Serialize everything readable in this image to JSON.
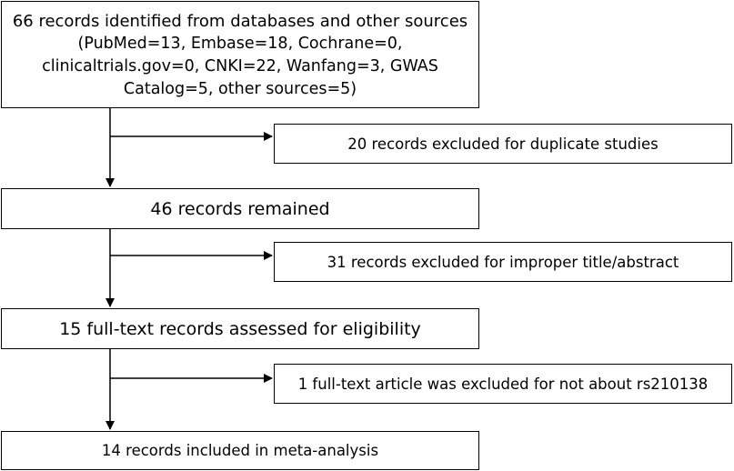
{
  "identification": {
    "line1": "66 records identified from databases and other sources",
    "line2": "(PubMed=13, Embase=18, Cochrane=0,",
    "line3": "clinicaltrials.gov=0, CNKI=22, Wanfang=3, GWAS",
    "line4": "Catalog=5, other sources=5)"
  },
  "excluded_duplicates": "20 records excluded for duplicate studies",
  "remained": "46 records remained",
  "excluded_title_abstract": "31 records excluded for improper title/abstract",
  "assessed": "15 full-text records assessed for eligibility",
  "excluded_fulltext": "1 full-text article was excluded for not about rs210138",
  "included": "14 records included in meta-analysis"
}
